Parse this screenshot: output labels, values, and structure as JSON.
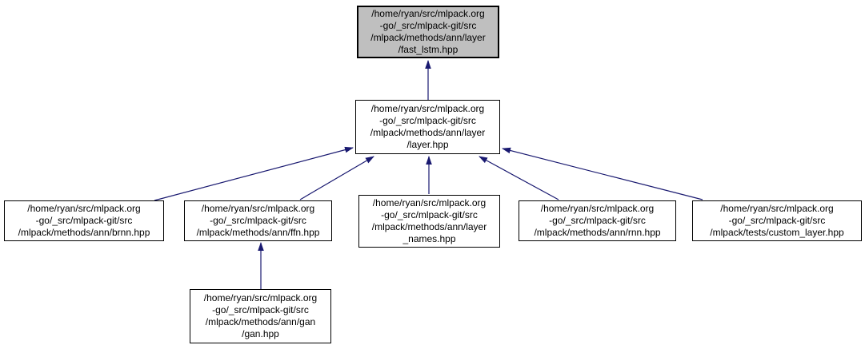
{
  "diagram": {
    "kind": "include-dependency-graph",
    "colors": {
      "background": "#ffffff",
      "node_fill": "#ffffff",
      "node_border": "#000000",
      "highlight_node_fill": "#bfbfbf",
      "edge": "#191970"
    },
    "nodes": [
      {
        "id": "fast_lstm",
        "highlighted": true,
        "label": "/home/ryan/src/mlpack.org\n-go/_src/mlpack-git/src\n/mlpack/methods/ann/layer\n/fast_lstm.hpp"
      },
      {
        "id": "layer",
        "highlighted": false,
        "label": "/home/ryan/src/mlpack.org\n-go/_src/mlpack-git/src\n/mlpack/methods/ann/layer\n/layer.hpp"
      },
      {
        "id": "brnn",
        "highlighted": false,
        "label": "/home/ryan/src/mlpack.org\n-go/_src/mlpack-git/src\n/mlpack/methods/ann/brnn.hpp"
      },
      {
        "id": "ffn",
        "highlighted": false,
        "label": "/home/ryan/src/mlpack.org\n-go/_src/mlpack-git/src\n/mlpack/methods/ann/ffn.hpp"
      },
      {
        "id": "layer_names",
        "highlighted": false,
        "label": "/home/ryan/src/mlpack.org\n-go/_src/mlpack-git/src\n/mlpack/methods/ann/layer\n_names.hpp"
      },
      {
        "id": "rnn",
        "highlighted": false,
        "label": "/home/ryan/src/mlpack.org\n-go/_src/mlpack-git/src\n/mlpack/methods/ann/rnn.hpp"
      },
      {
        "id": "custom_layer",
        "highlighted": false,
        "label": "/home/ryan/src/mlpack.org\n-go/_src/mlpack-git/src\n/mlpack/tests/custom_layer.hpp"
      },
      {
        "id": "gan",
        "highlighted": false,
        "label": "/home/ryan/src/mlpack.org\n-go/_src/mlpack-git/src\n/mlpack/methods/ann/gan\n/gan.hpp"
      }
    ],
    "edges": [
      {
        "from": "layer",
        "to": "fast_lstm"
      },
      {
        "from": "brnn",
        "to": "layer"
      },
      {
        "from": "ffn",
        "to": "layer"
      },
      {
        "from": "layer_names",
        "to": "layer"
      },
      {
        "from": "rnn",
        "to": "layer"
      },
      {
        "from": "custom_layer",
        "to": "layer"
      },
      {
        "from": "gan",
        "to": "ffn"
      }
    ]
  }
}
